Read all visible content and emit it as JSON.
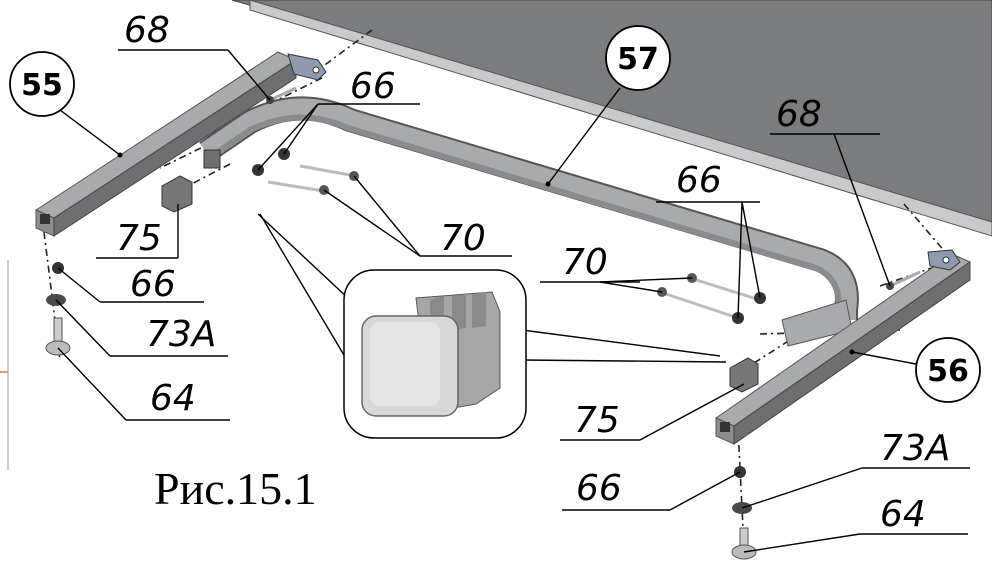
{
  "figure_caption": "Рис.15.1",
  "callouts": {
    "c55": "55",
    "c56": "56",
    "c57": "57"
  },
  "refs": {
    "r68a": "68",
    "r68b": "68",
    "r66a": "66",
    "r66b": "66",
    "r66c": "66",
    "r66d": "66",
    "r70a": "70",
    "r70b": "70",
    "r75a": "75",
    "r75b": "75",
    "r73a": "73А",
    "r73b": "73А",
    "r64a": "64",
    "r64b": "64"
  },
  "colors": {
    "panel": "#7b7c7e",
    "panel_edge": "#c8c9cb",
    "tube": "#9d9e9f",
    "line": "#000000"
  }
}
